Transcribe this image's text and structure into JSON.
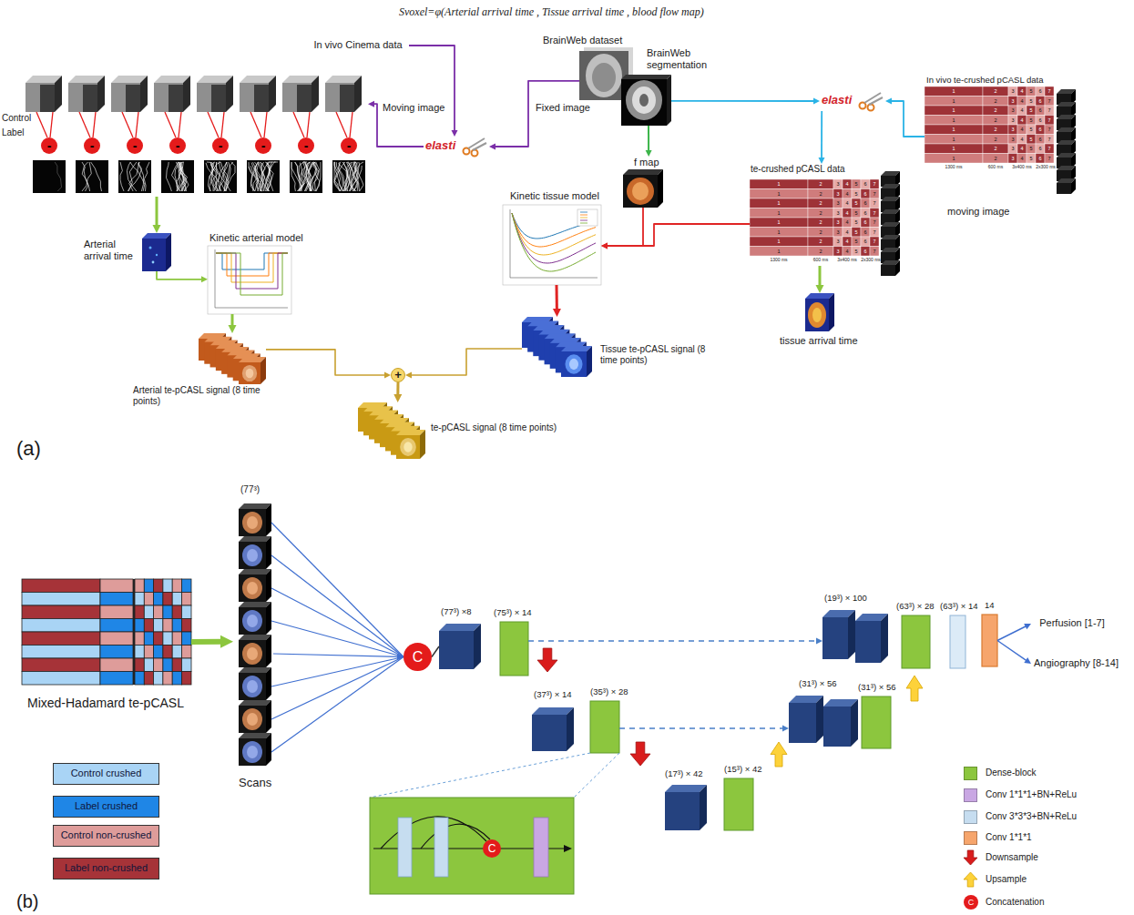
{
  "diagram": {
    "title": "Svoxel=φ(Arterial arrival time , Tissue arrival time , blood flow map)",
    "nodes": [
      {
        "text": [
          "In vivo Cinema data"
        ]
      },
      {
        "text": [
          "BrainWeb dataset",
          "BrainWeb segmentation"
        ]
      },
      {
        "text": [
          "Control",
          "Label"
        ]
      },
      {
        "text": [
          "-"
        ],
        "in": 2
      },
      {
        "text": [
          "-"
        ],
        "in": 2
      },
      {
        "text": [
          "-"
        ],
        "in": 2
      },
      {
        "text": [
          "-"
        ],
        "in": 2
      },
      {
        "text": [
          "-"
        ],
        "in": 2
      },
      {
        "text": [
          "-"
        ],
        "in": 2
      },
      {
        "text": [
          "-"
        ],
        "in": 2
      },
      {
        "text": [
          "-"
        ],
        "in": 2
      },
      {
        "text": [
          "elasti"
        ]
      },
      {
        "text": [
          "elasti"
        ]
      },
      {
        "text": [
          "In vivo te-crushed pCASL data"
        ]
      },
      {
        "text": [
          "f map"
        ]
      },
      {
        "text": [
          "te-crushed pCASL data"
        ]
      },
      {
        "text": [
          "Kinetic tissue model"
        ]
      },
      {
        "text": [
          "tissue arrival time"
        ]
      },
      {
        "text": [
          "Arterial arrival time"
        ]
      },
      {
        "text": [
          "Kinetic arterial model"
        ]
      },
      {
        "text": [
          "Arterial te-pCASL signal (8 time points)"
        ]
      },
      {
        "text": [
          "Tissue te-pCASL signal (8 time points)"
        ]
      },
      {
        "text": [
          "+"
        ]
      },
      {
        "text": [
          "te-pCASL signal (8 time points)"
        ]
      },
      {
        "text": [
          "Mixed-Hadamard te-pCASL"
        ]
      },
      {
        "text": [
          "(77³)",
          "Scans"
        ]
      },
      {
        "text": [
          "C"
        ]
      },
      {
        "text": [
          "(77³) ×8"
        ]
      },
      {
        "text": [
          "(75³) × 14"
        ]
      },
      {
        "text": [
          "(37³) × 14"
        ]
      },
      {
        "text": [
          "(35³) × 28"
        ]
      },
      {
        "text": [
          "(17³) × 42"
        ]
      },
      {
        "text": [
          "(15³) × 42"
        ]
      },
      {
        "text": [
          "(31³) × 56"
        ]
      },
      {
        "text": [
          "(31³) × 56"
        ]
      },
      {
        "text": [
          "(19³) × 100"
        ]
      },
      {
        "text": [
          "(63³) × 28"
        ]
      },
      {
        "text": [
          "(63³) × 14"
        ]
      },
      {
        "text": [
          "14"
        ]
      },
      {
        "text": [
          "Perfusion [1-7]"
        ]
      },
      {
        "text": [
          "Angiography [8-14]"
        ]
      },
      {
        "text": [
          "C"
        ]
      }
    ],
    "edges": [
      {
        "from": 0,
        "to": 11,
        "arrow": "to"
      },
      {
        "from": 1,
        "to": 11,
        "arrow": "to"
      },
      {
        "from": 11,
        "to": 2,
        "arrow": "to"
      },
      {
        "from": 1,
        "to": 12,
        "arrow": "to"
      },
      {
        "from": 13,
        "to": 12,
        "arrow": "to"
      },
      {
        "from": 12,
        "to": 15,
        "arrow": "to"
      },
      {
        "from": 1,
        "to": 14,
        "arrow": "to"
      },
      {
        "from": 14,
        "to": 16,
        "arrow": "to"
      },
      {
        "from": 15,
        "to": 16,
        "arrow": "to"
      },
      {
        "from": 15,
        "to": 17,
        "arrow": "to"
      },
      {
        "from": 2,
        "to": 18,
        "arrow": "to"
      },
      {
        "from": 18,
        "to": 19,
        "arrow": "to"
      },
      {
        "from": 19,
        "to": 20,
        "arrow": "to"
      },
      {
        "from": 16,
        "to": 21,
        "arrow": "to"
      },
      {
        "from": 20,
        "to": 22,
        "arrow": "to"
      },
      {
        "from": 21,
        "to": 22,
        "arrow": "to"
      },
      {
        "from": 22,
        "to": 23,
        "arrow": "to"
      },
      {
        "from": 24,
        "to": 25,
        "arrow": "to"
      },
      {
        "from": 25,
        "to": 26,
        "arrow": "to"
      },
      {
        "from": 26,
        "to": 27,
        "arrow": "none"
      },
      {
        "from": 28,
        "to": 35,
        "arrow": "to"
      },
      {
        "from": 30,
        "to": 33,
        "arrow": "to"
      },
      {
        "from": 38,
        "to": 39,
        "arrow": "to"
      },
      {
        "from": 38,
        "to": 40,
        "arrow": "to"
      }
    ],
    "labels": [
      "Fixed image",
      "Moving image",
      "moving image",
      "(a)",
      "(b)",
      "C",
      "1",
      "2",
      "3",
      "4",
      "5",
      "6",
      "7",
      "1",
      "2",
      "3",
      "4",
      "5",
      "6",
      "7",
      "1",
      "2",
      "3",
      "4",
      "5",
      "6",
      "7",
      "1",
      "2",
      "3",
      "4",
      "5",
      "6",
      "7",
      "1",
      "2",
      "3",
      "4",
      "5",
      "6",
      "7",
      "1",
      "2",
      "3",
      "4",
      "5",
      "6",
      "7",
      "1",
      "2",
      "3",
      "4",
      "5",
      "6",
      "7",
      "1",
      "2",
      "3",
      "4",
      "5",
      "6",
      "7",
      "1300 ms",
      "600 ms",
      "3x400 ms",
      "2x300 ms",
      "1",
      "2",
      "3",
      "4",
      "5",
      "6",
      "7",
      "1",
      "2",
      "3",
      "4",
      "5",
      "6",
      "7",
      "1",
      "2",
      "3",
      "4",
      "5",
      "6",
      "7",
      "1",
      "2",
      "3",
      "4",
      "5",
      "6",
      "7",
      "1",
      "2",
      "3",
      "4",
      "5",
      "6",
      "7",
      "1",
      "2",
      "3",
      "4",
      "5",
      "6",
      "7",
      "1",
      "2",
      "3",
      "4",
      "5",
      "6",
      "7",
      "1",
      "2",
      "3",
      "4",
      "5",
      "6",
      "7",
      "1300 ms",
      "600 ms",
      "3x400 ms",
      "2x300 ms"
    ],
    "legend": [
      {
        "text": "Control crushed",
        "color": "#a9d4f5"
      },
      {
        "text": "Label crushed",
        "color": "#1f86e6"
      },
      {
        "text": "Control non-crushed",
        "color": "#de9c9a"
      },
      {
        "text": "Label non-crushed",
        "color": "#a63338"
      },
      {
        "text": "Dense-block",
        "color": "#8cc63e"
      },
      {
        "text": "Conv 1*1*1+BN+ReLu",
        "color": "#c9a7e3"
      },
      {
        "text": "Conv 3*3*3+BN+ReLu",
        "color": "#c6ddf0"
      },
      {
        "text": "Conv 1*1*1",
        "color": "#f6a56c"
      },
      {
        "text": "Downsample"
      },
      {
        "text": "Upsample"
      },
      {
        "text": "Concatenation"
      }
    ]
  }
}
